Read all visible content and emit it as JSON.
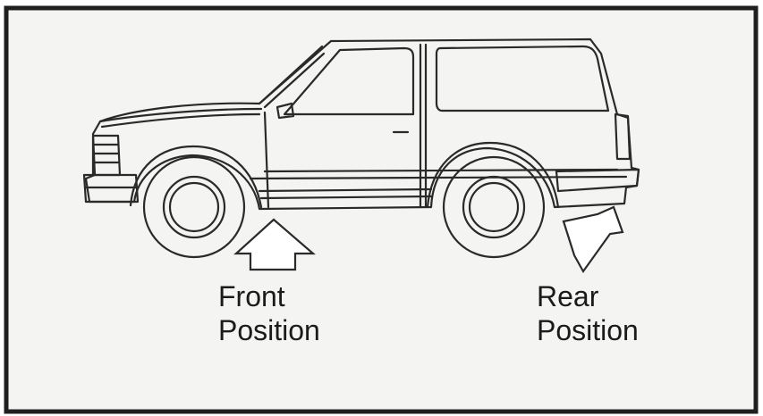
{
  "labels": {
    "front": {
      "line1": "Front",
      "line2": "Position"
    },
    "rear": {
      "line1": "Rear",
      "line2": "Position"
    }
  },
  "colors": {
    "background": "#f4f4f2",
    "border": "#1f1f1f",
    "line": "#2a2a2a"
  }
}
